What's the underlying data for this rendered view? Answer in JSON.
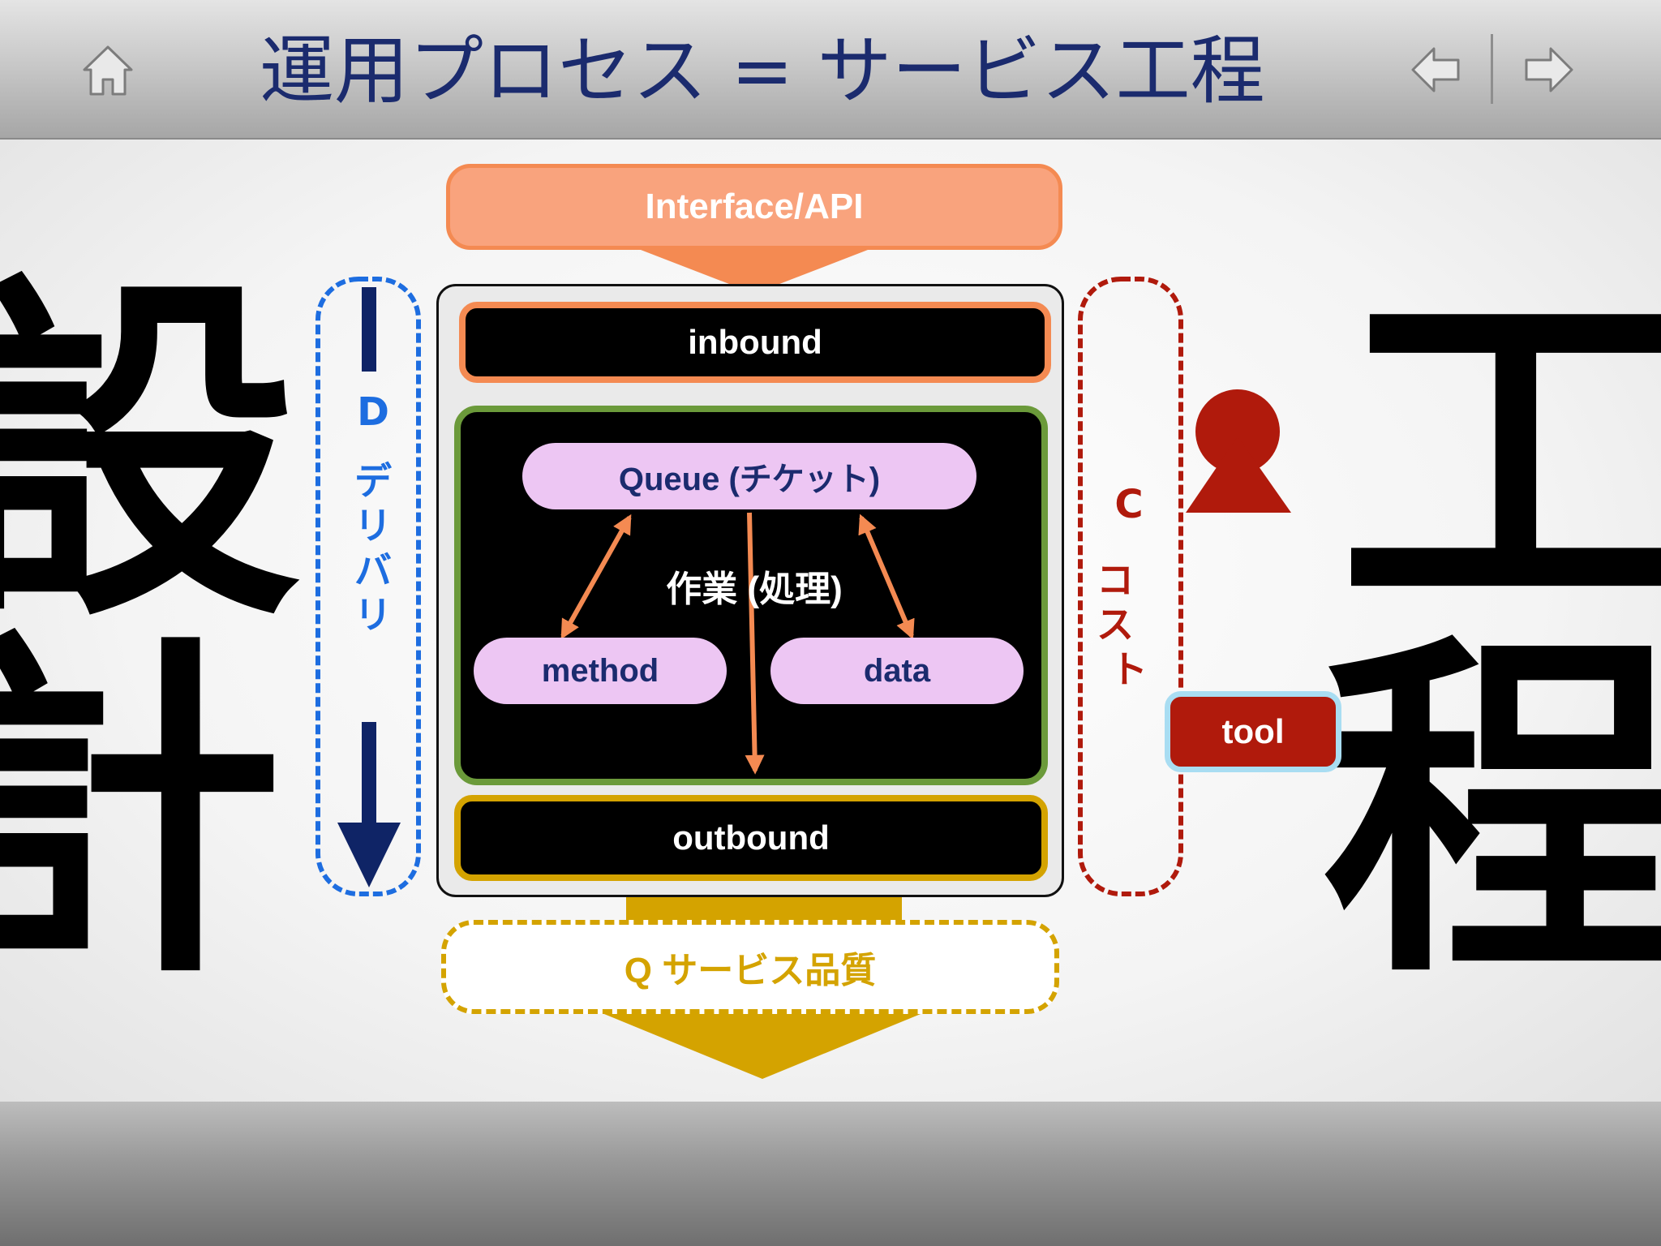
{
  "header": {
    "title": "運用プロセス = サービス工程",
    "icons": [
      "home-icon",
      "arrow-left-icon",
      "arrow-right-icon"
    ]
  },
  "background_characters": {
    "left_top": "設",
    "left_bottom": "計",
    "right_top": "工",
    "right_bottom": "程"
  },
  "diagram": {
    "interface": "Interface/API",
    "inbound": "inbound",
    "queue": "Queue (チケット)",
    "work": "作業 (処理)",
    "method": "method",
    "data": "data",
    "outbound": "outbound",
    "quality": "Q サービス品質",
    "delivery": {
      "letter": "D",
      "text": [
        "デ",
        "リ",
        "バ",
        "リ"
      ]
    },
    "cost": {
      "letter": "C",
      "text": [
        "コス",
        "ト"
      ]
    },
    "tool": "tool",
    "colors": {
      "interface": "#f9a37d",
      "inbound_border": "#f48a52",
      "work_border": "#6b9a3a",
      "outbound_border": "#d4a300",
      "pill": "#edc6f3",
      "delivery": "#1d6de0",
      "cost": "#b01a0c",
      "tool_border": "#a9ddf2",
      "title": "#1b2b6e"
    }
  }
}
